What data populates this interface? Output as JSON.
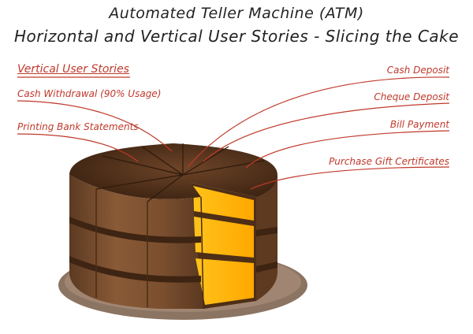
{
  "title": {
    "line1": "Automated Teller Machine (ATM)",
    "line2": "Horizontal and Vertical User Stories - Slicing the Cake"
  },
  "left_labels": {
    "heading": "Vertical User Stories",
    "item1": "Cash Withdrawal (90% Usage)",
    "item2": "Printing Bank Statements"
  },
  "right_labels": {
    "item1": "Cash Deposit",
    "item2": "Cheque Deposit",
    "item3": "Bill Payment",
    "item4": "Purchase Gift Certificates"
  },
  "colors": {
    "accent_red": "#c0392b",
    "chocolate": "#7a4a2a",
    "sponge": "#ffb800",
    "plate": "#8c7462"
  }
}
